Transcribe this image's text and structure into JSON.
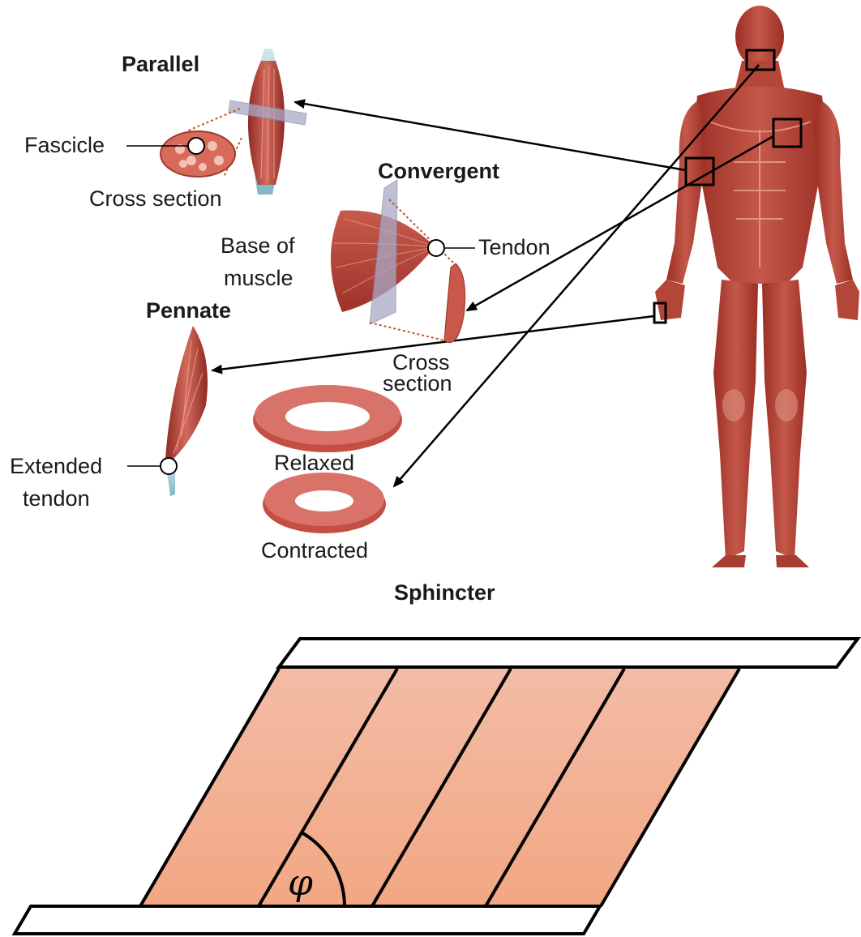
{
  "titles": {
    "parallel": "Parallel",
    "convergent": "Convergent",
    "pennate": "Pennate",
    "sphincter": "Sphincter"
  },
  "labels": {
    "fascicle": "Fascicle",
    "cross_section_parallel": "Cross section",
    "base_of_muscle_line1": "Base of",
    "base_of_muscle_line2": "muscle",
    "tendon": "Tendon",
    "cross_section_convergent_line1": "Cross",
    "cross_section_convergent_line2": "section",
    "extended_tendon_line1": "Extended",
    "extended_tendon_line2": "tendon",
    "relaxed": "Relaxed",
    "contracted": "Contracted"
  },
  "pennation_diagram": {
    "angle_symbol": "φ"
  },
  "colors": {
    "muscle_dark": "#8f2a22",
    "muscle_mid": "#b8463a",
    "muscle_light": "#d9766a",
    "pennation_top": "#f3bca6",
    "pennation_bottom": "#f2a783",
    "outline": "#000000"
  }
}
